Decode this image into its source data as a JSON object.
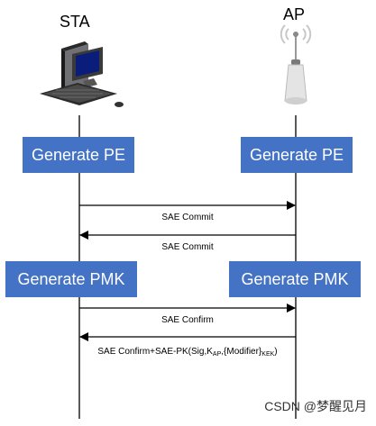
{
  "entities": {
    "sta": "STA",
    "ap": "AP"
  },
  "steps": {
    "generate_pe_sta": "Generate PE",
    "generate_pe_ap": "Generate PE",
    "generate_pmk_sta": "Generate PMK",
    "generate_pmk_ap": "Generate PMK"
  },
  "messages": {
    "commit_sta_to_ap": "SAE Commit",
    "commit_ap_to_sta": "SAE Commit",
    "confirm_sta_to_ap": "SAE Confirm",
    "confirm_pk": {
      "prefix": "SAE Confirm+SAE-PK(Sig,K",
      "sub1": "AP",
      "middle": ",{Modifier}",
      "sub2": "KEK",
      "suffix": ")"
    }
  },
  "watermark": "CSDN @梦醒见月",
  "colors": {
    "box_fill": "#4472c4",
    "box_text": "#ffffff",
    "lifeline": "#000000"
  },
  "icons": [
    "computer-icon",
    "access-point-icon"
  ]
}
